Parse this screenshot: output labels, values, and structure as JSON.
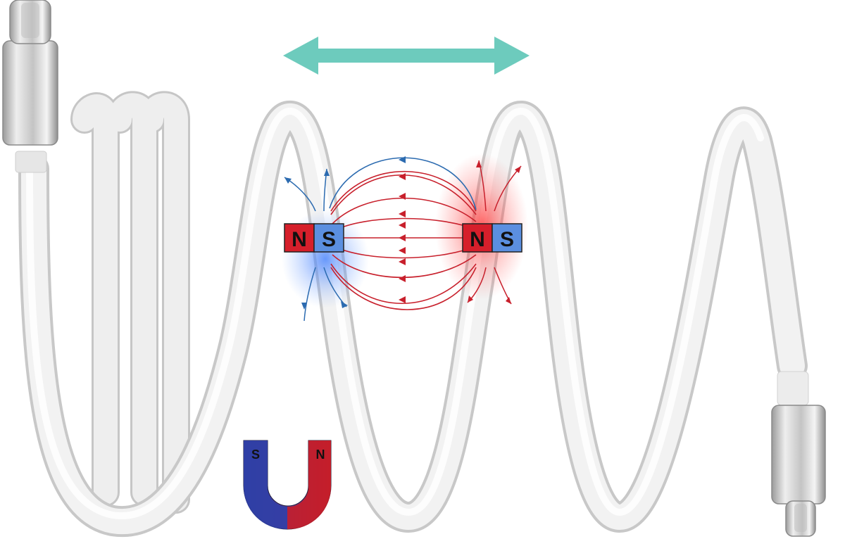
{
  "magnets": {
    "left": {
      "n_label": "N",
      "s_label": "S"
    },
    "right": {
      "n_label": "N",
      "s_label": "S"
    }
  },
  "horseshoe": {
    "s_label": "S",
    "n_label": "N"
  },
  "colors": {
    "north": "#d61f2b",
    "south": "#3b73c9",
    "south_light": "#5b8fe0",
    "field_red": "#c8202c",
    "field_blue": "#2c6bb0",
    "arrow": "#6dcbbd",
    "cable": "#f0f0f0",
    "cable_shadow": "#c9c9c9",
    "connector": "#c8c8c8"
  },
  "icons": [
    "double-arrow-icon",
    "horseshoe-magnet-icon",
    "usb-c-connector-icon"
  ]
}
